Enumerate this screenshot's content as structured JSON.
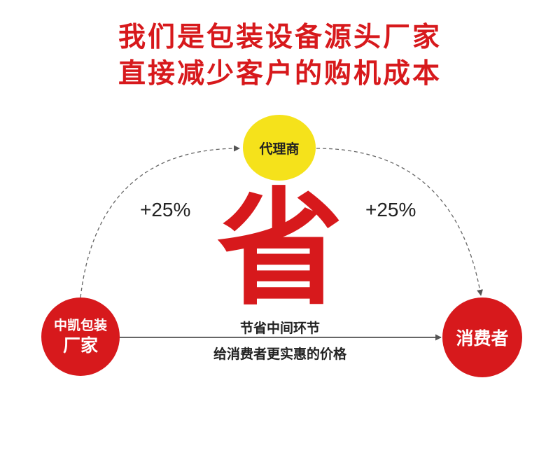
{
  "headline": {
    "line1": "我们是包装设备源头厂家",
    "line2": "直接减少客户的购机成本"
  },
  "nodes": {
    "manufacturer": {
      "line1": "中凯包装",
      "line2": "厂家"
    },
    "agent": {
      "label": "代理商"
    },
    "consumer": {
      "label": "消费者"
    }
  },
  "markups": {
    "left": "+25%",
    "right": "+25%"
  },
  "center": {
    "character": "省"
  },
  "direct_path": {
    "line1": "节省中间环节",
    "line2": "给消费者更实惠的价格"
  },
  "colors": {
    "accent_red": "#d7191c",
    "agent_yellow": "#f5e21b",
    "text_dark": "#222222"
  }
}
